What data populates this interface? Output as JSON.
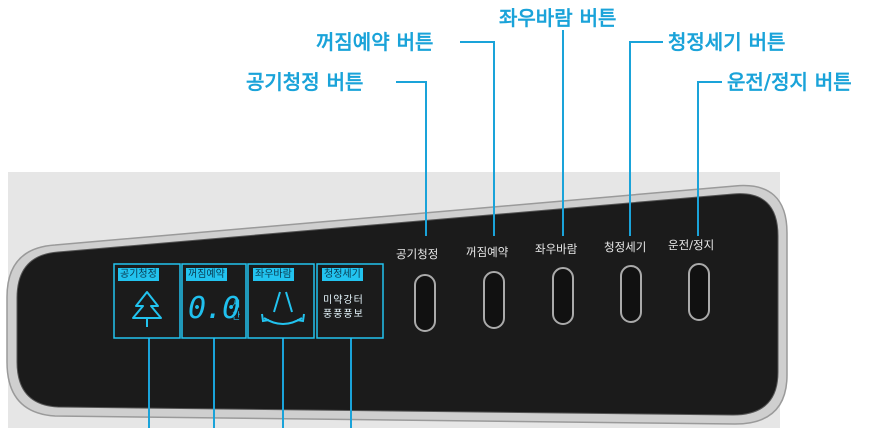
{
  "callouts": {
    "air_clean": "공기청정 버튼",
    "off_timer": "꺼짐예약 버튼",
    "swing": "좌우바람 버튼",
    "fan_speed": "청정세기 버튼",
    "power": "운전/정지 버튼"
  },
  "buttons": [
    "공기청정",
    "꺼짐예약",
    "좌우바람",
    "청정세기",
    "운전/정지"
  ],
  "displays": {
    "air_clean_title": "공기청정",
    "timer_title": "꺼짐예약",
    "timer_value": "0.0",
    "timer_unit_top": "시",
    "timer_unit_bottom": "간",
    "swing_title": "좌우바람",
    "speed_title": "청정세기",
    "speed_levels_top": "미약강터",
    "speed_levels_bottom": "풍풍풍보"
  },
  "colors": {
    "accent": "#1aa3d9",
    "lcd": "#22c3ef",
    "panel": "#1b1b1b",
    "wall": "#e6e6e6"
  },
  "icons": [
    "tree-icon",
    "swing-arrows-icon"
  ]
}
